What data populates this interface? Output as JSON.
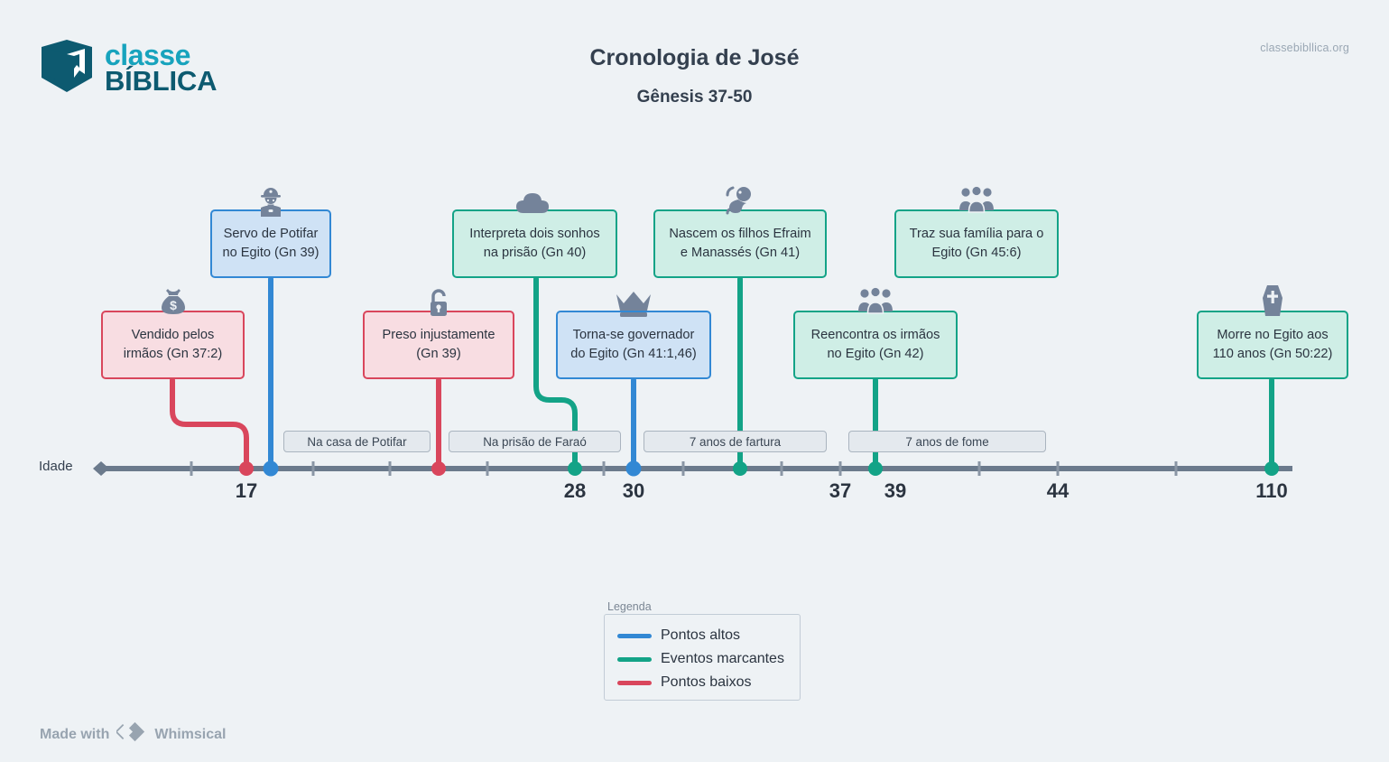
{
  "brand": {
    "logo_top": "classe",
    "logo_bottom": "BÍBLICA",
    "logo_icon": "book-bookmark-icon",
    "site_url": "classebibllica.org"
  },
  "header": {
    "title": "Cronologia de José",
    "subtitle": "Gênesis 37-50"
  },
  "axis": {
    "label": "Idade",
    "tick_labels": [
      "17",
      "28",
      "30",
      "37",
      "39",
      "44",
      "110"
    ],
    "min_age": 10,
    "max_age": 120
  },
  "colors": {
    "high_points": "#3288d4",
    "key_events": "#13a387",
    "low_points": "#d9465c",
    "axis": "#6b7a8c",
    "icon": "#74839a",
    "background": "#eef2f5"
  },
  "events": [
    {
      "id": "sold-by-brothers",
      "text": "Vendido pelos\nirmãos (Gn 37:2)",
      "age": "17",
      "type": "low",
      "icon": "money-bag-icon"
    },
    {
      "id": "servant-of-potiphar",
      "text": "Servo de Potifar\nno Egito (Gn 39)",
      "age": "17",
      "type": "high",
      "icon": "worker-icon"
    },
    {
      "id": "unjustly-imprisoned",
      "text": "Preso injustamente\n(Gn 39)",
      "age": "",
      "type": "low",
      "icon": "padlock-icon"
    },
    {
      "id": "interprets-two-dreams",
      "text": "Interpreta dois sonhos\nna prisão (Gn 40)",
      "age": "28",
      "type": "event",
      "icon": "cloud-icon"
    },
    {
      "id": "becomes-governor",
      "text": "Torna-se governador\ndo Egito (Gn 41:1,46)",
      "age": "30",
      "type": "high",
      "icon": "crown-icon"
    },
    {
      "id": "sons-born",
      "text": "Nascem os filhos Efraim\ne Manassés (Gn 41)",
      "age": "",
      "type": "event",
      "icon": "baby-icon"
    },
    {
      "id": "reunites-with-brothers",
      "text": "Reencontra os irmãos\nno Egito (Gn 42)",
      "age": "39",
      "type": "event",
      "icon": "people-group-icon"
    },
    {
      "id": "brings-family",
      "text": "Traz sua família para o\nEgito (Gn 45:6)",
      "age": "",
      "type": "event",
      "icon": "people-group-icon"
    },
    {
      "id": "dies-in-egypt",
      "text": "Morre no Egito aos\n110 anos (Gn 50:22)",
      "age": "110",
      "type": "event",
      "icon": "coffin-icon"
    }
  ],
  "periods": [
    {
      "id": "house-of-potiphar",
      "label": "Na casa de Potifar"
    },
    {
      "id": "prison-of-pharaoh",
      "label": "Na prisão de Faraó"
    },
    {
      "id": "seven-years-plenty",
      "label": "7 anos de fartura"
    },
    {
      "id": "seven-years-famine",
      "label": "7 anos de fome"
    }
  ],
  "legend": {
    "caption": "Legenda",
    "items": [
      {
        "label": "Pontos altos",
        "color": "#3288d4"
      },
      {
        "label": "Eventos marcantes",
        "color": "#13a387"
      },
      {
        "label": "Pontos baixos",
        "color": "#d9465c"
      }
    ]
  },
  "footer": {
    "made_with": "Made with",
    "product": "Whimsical",
    "icon": "whimsical-diamond-icon"
  }
}
